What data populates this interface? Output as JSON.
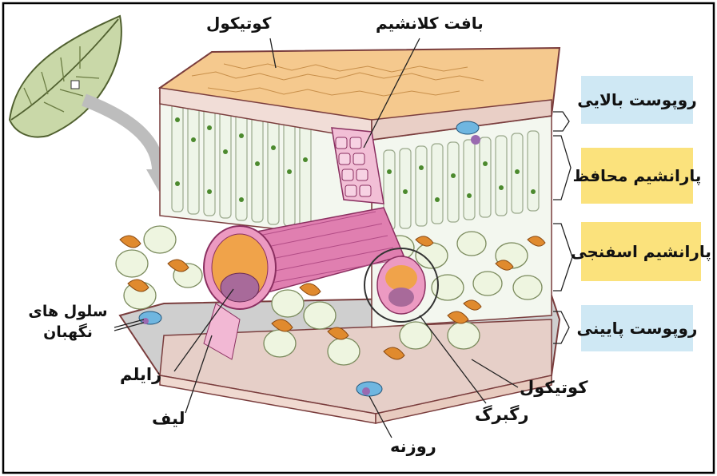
{
  "diagram": {
    "labels": {
      "cuticle_top": "کوتیکول",
      "collenchyma": "بافت کلانشیم",
      "guard_cells": "سلول های نگهبان",
      "xylem": "زایلم",
      "fiber": "لیف",
      "stoma": "روزنه",
      "vein": "رگبرگ",
      "cuticle_bottom": "کوتیکول"
    },
    "layers": [
      {
        "label": "روپوست بالایی",
        "color": "#cfe8f4"
      },
      {
        "label": "پارانشیم محافظ",
        "color": "#fbe27c"
      },
      {
        "label": "پارانشیم اسفنجی",
        "color": "#fbe27c"
      },
      {
        "label": "روپوست پایینی",
        "color": "#cfe8f4"
      }
    ]
  }
}
